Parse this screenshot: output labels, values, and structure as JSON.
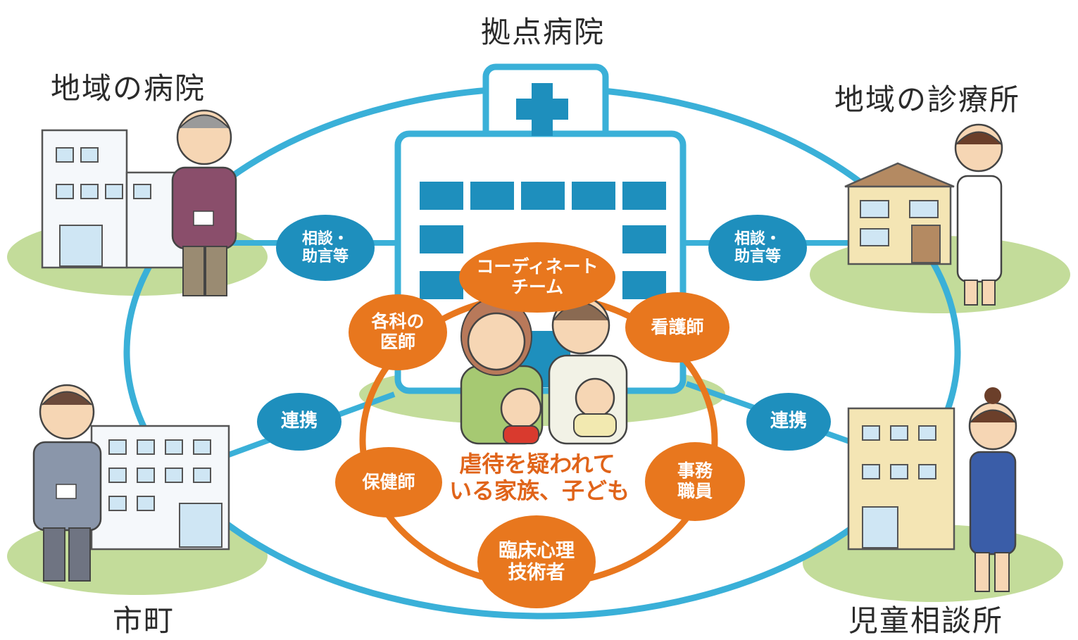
{
  "nodes": {
    "hub": "拠点病院",
    "top_left": "地域の病院",
    "top_right": "地域の診療所",
    "bottom_left": "市町",
    "bottom_right": "児童相談所"
  },
  "links": {
    "consult_left": [
      "相談・",
      "助言等"
    ],
    "consult_right": [
      "相談・",
      "助言等"
    ],
    "coop_left": "連携",
    "coop_right": "連携"
  },
  "team": {
    "coordinate": [
      "コーディネート",
      "チーム"
    ],
    "doctors": [
      "各科の",
      "医師"
    ],
    "nurse": "看護師",
    "public_health_nurse": "保健師",
    "office_staff": [
      "事務",
      "職員"
    ],
    "psychologist": [
      "臨床心理",
      "技術者"
    ]
  },
  "center": [
    "虐待を疑われて",
    "いる家族、子ども"
  ],
  "colors": {
    "network_ring": "#3ab0d8",
    "team_ring": "#e8771e",
    "blue_bubble": "#1e8fbd",
    "orange_bubble": "#e8771e",
    "hospital_blue": "#1e8fbd",
    "ground_green": "#c3dc9a"
  }
}
